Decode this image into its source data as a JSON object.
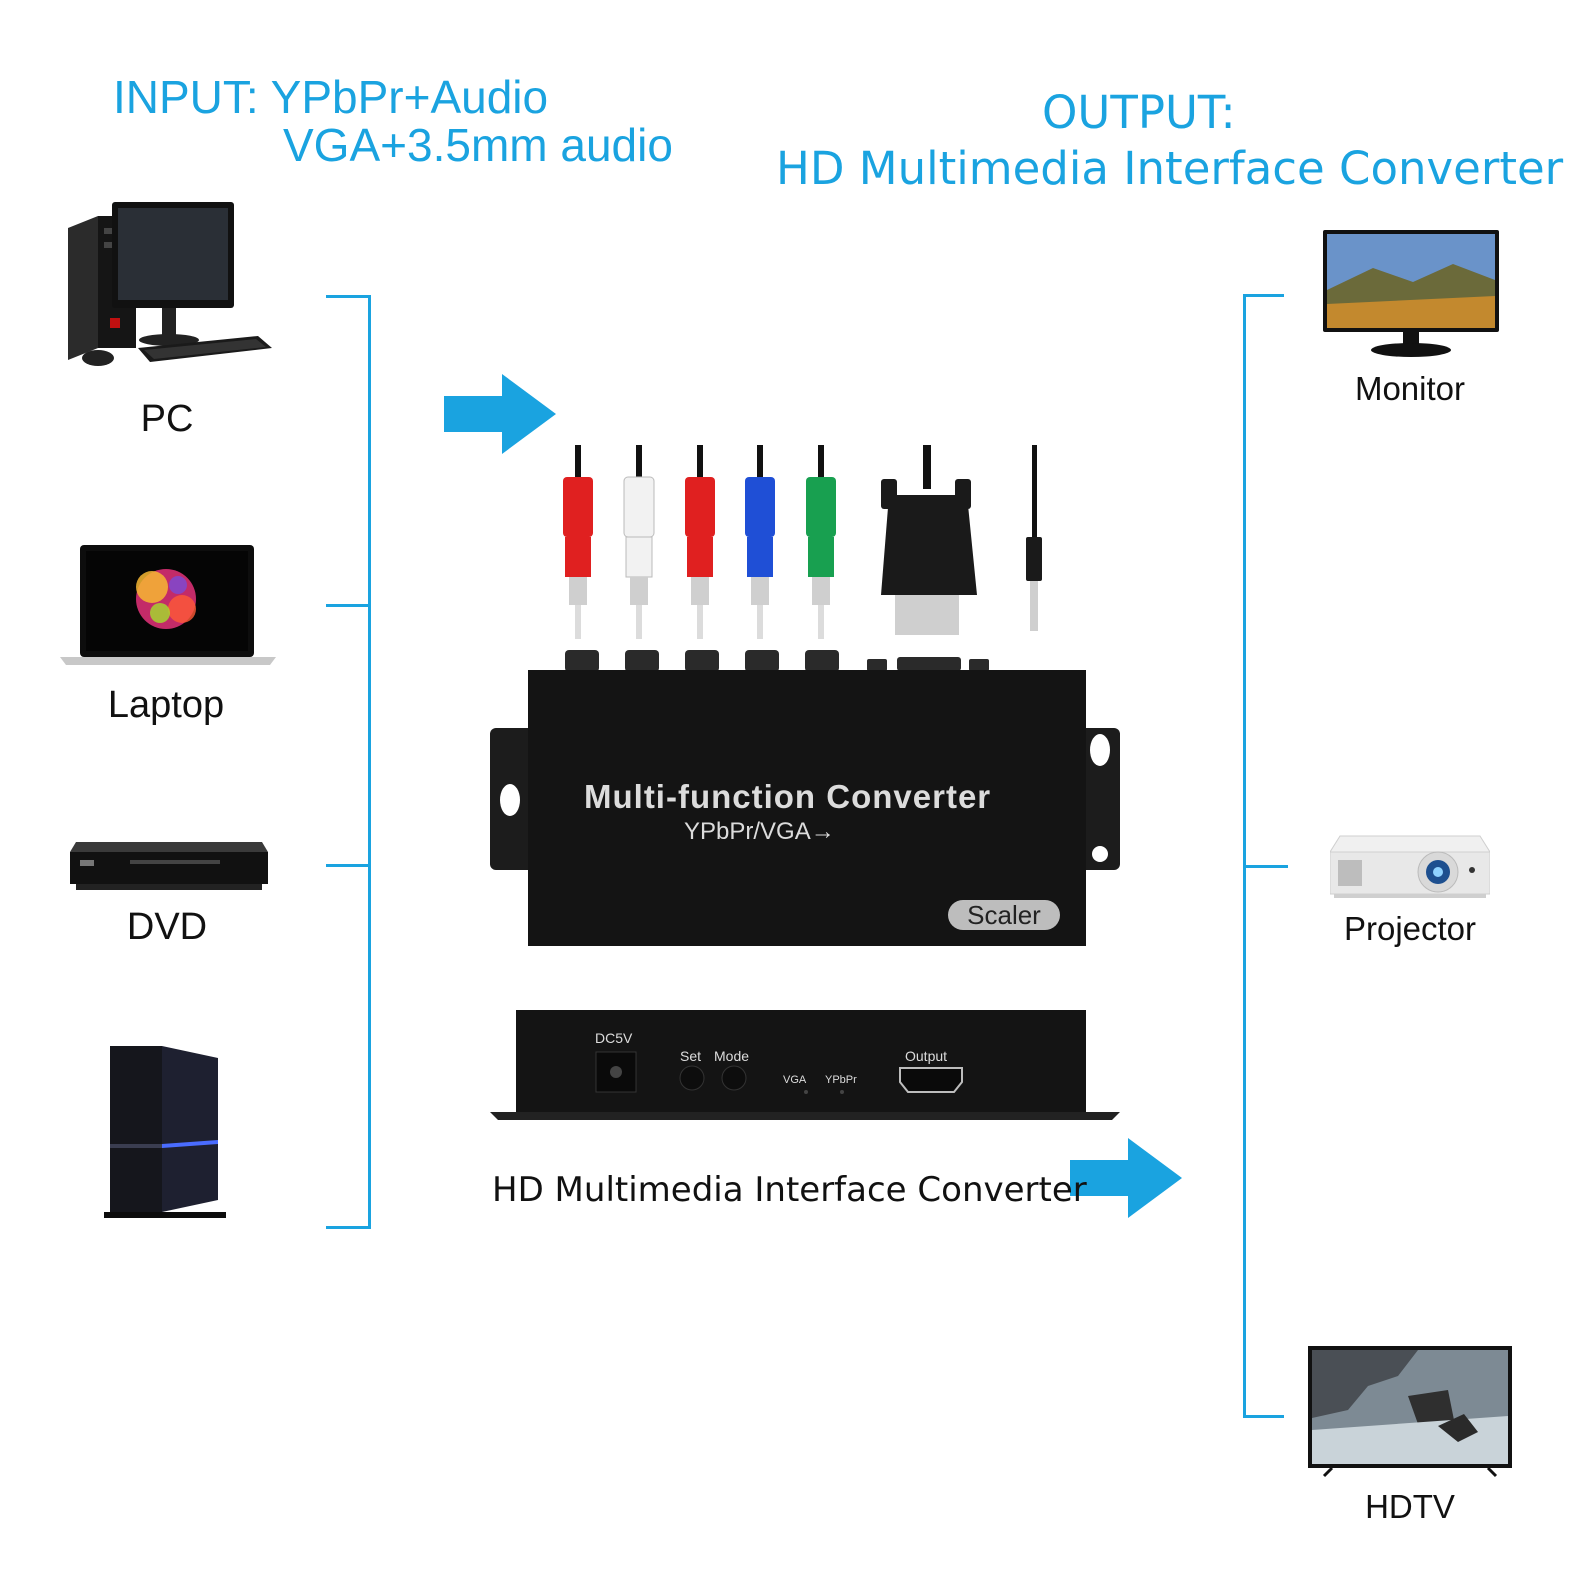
{
  "colors": {
    "accent": "#1aa3e0",
    "device_body": "#141414",
    "text": "#111111"
  },
  "header": {
    "input_line1": "INPUT: YPbPr+Audio",
    "input_line2": "VGA+3.5mm audio",
    "output_line1": "OUTPUT:",
    "output_line2": "HD Multimedia Interface Converter"
  },
  "inputs": [
    {
      "label": "PC",
      "icon": "desktop-pc-icon"
    },
    {
      "label": "Laptop",
      "icon": "laptop-icon"
    },
    {
      "label": "DVD",
      "icon": "dvd-player-icon"
    },
    {
      "label": "",
      "icon": "game-console-icon"
    }
  ],
  "outputs": [
    {
      "label": "Monitor",
      "icon": "monitor-icon"
    },
    {
      "label": "Projector",
      "icon": "projector-icon"
    },
    {
      "label": "HDTV",
      "icon": "hdtv-icon"
    }
  ],
  "device": {
    "title": "Multi-function Converter",
    "subtitle": "YPbPr/VGA→",
    "badge": "Scaler",
    "rear_labels": {
      "power": "DC5V",
      "set": "Set",
      "mode": "Mode",
      "vga": "VGA",
      "ypbpr": "YPbPr",
      "output": "Output"
    }
  },
  "caption": "HD Multimedia Interface Converter",
  "cables": [
    {
      "type": "rca",
      "color": "#e02020"
    },
    {
      "type": "rca",
      "color": "#f2f2f2"
    },
    {
      "type": "rca",
      "color": "#e02020"
    },
    {
      "type": "rca",
      "color": "#1f4fd6"
    },
    {
      "type": "rca",
      "color": "#18a050"
    },
    {
      "type": "vga",
      "color": "#1a1a1a"
    },
    {
      "type": "jack-3.5mm",
      "color": "#1a1a1a"
    }
  ]
}
